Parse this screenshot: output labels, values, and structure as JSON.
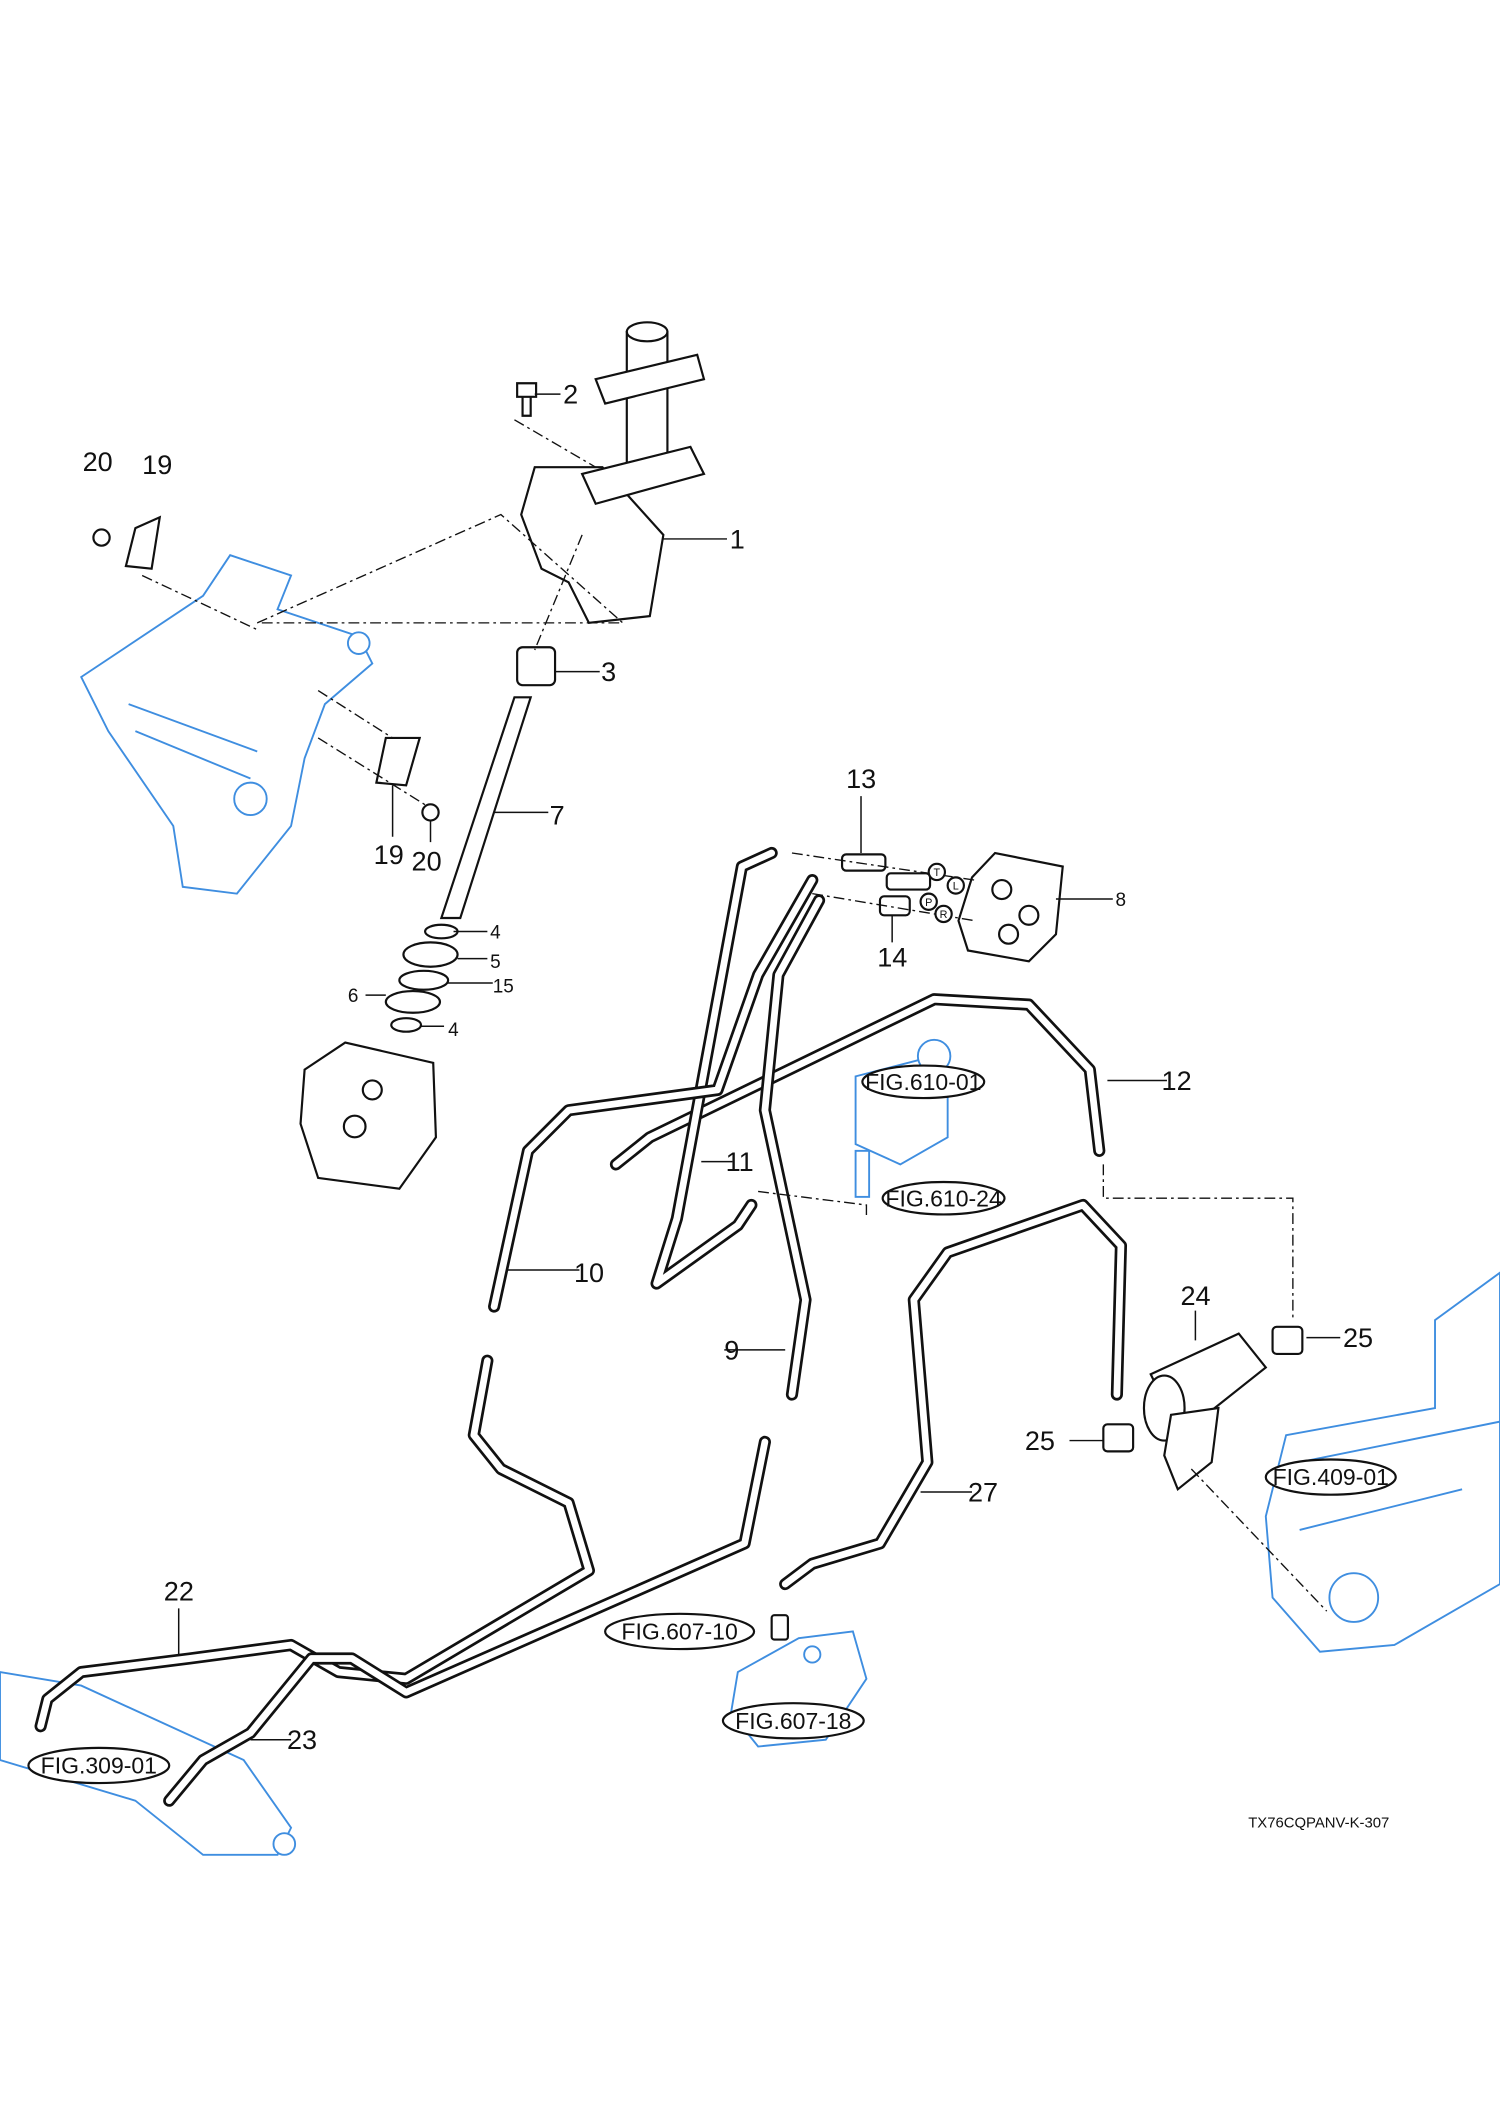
{
  "diagram_code": "TX76CQPANV-K-307",
  "callouts": [
    {
      "id": "c2",
      "num": "2"
    },
    {
      "id": "c1",
      "num": "1"
    },
    {
      "id": "c20a",
      "num": "20"
    },
    {
      "id": "c19a",
      "num": "19"
    },
    {
      "id": "c3",
      "num": "3"
    },
    {
      "id": "c7",
      "num": "7"
    },
    {
      "id": "c19b",
      "num": "19"
    },
    {
      "id": "c20b",
      "num": "20"
    },
    {
      "id": "c4a",
      "num": "4"
    },
    {
      "id": "c5",
      "num": "5"
    },
    {
      "id": "c15",
      "num": "15"
    },
    {
      "id": "c6",
      "num": "6"
    },
    {
      "id": "c4b",
      "num": "4"
    },
    {
      "id": "c13",
      "num": "13"
    },
    {
      "id": "c8",
      "num": "8"
    },
    {
      "id": "c14",
      "num": "14"
    },
    {
      "id": "c12",
      "num": "12"
    },
    {
      "id": "c11",
      "num": "11"
    },
    {
      "id": "c10",
      "num": "10"
    },
    {
      "id": "c9",
      "num": "9"
    },
    {
      "id": "c24",
      "num": "24"
    },
    {
      "id": "c25a",
      "num": "25"
    },
    {
      "id": "c25b",
      "num": "25"
    },
    {
      "id": "c27",
      "num": "27"
    },
    {
      "id": "c22",
      "num": "22"
    },
    {
      "id": "c23",
      "num": "23"
    }
  ],
  "figure_refs": [
    "FIG.610-01",
    "FIG.610-24",
    "FIG.409-01",
    "FIG.607-10",
    "FIG.607-18",
    "FIG.309-01"
  ],
  "ports": [
    "T",
    "L",
    "P",
    "R"
  ],
  "colors": {
    "line": "#111111",
    "reference_parts": "#3f8ee0"
  }
}
